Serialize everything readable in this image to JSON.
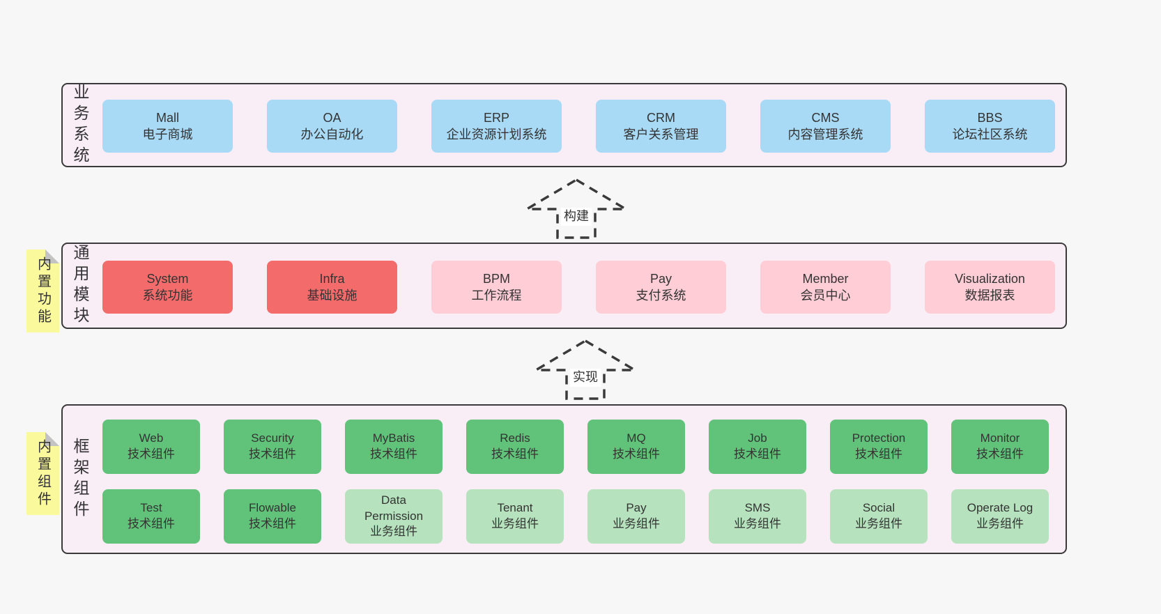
{
  "colors": {
    "page_background": "#f7f7f7",
    "section_background": "#f9edf6",
    "section_border": "#3a3a3a",
    "box_blue": "#a9daf5",
    "box_red": "#f46b6b",
    "box_pink": "#fecdd6",
    "box_green_dark": "#61c379",
    "box_green_light": "#b6e3bd",
    "note_yellow": "#fafa9d",
    "note_fold_gray": "#c3c3c3",
    "text": "#333333"
  },
  "arrows": [
    {
      "label": "构建"
    },
    {
      "label": "实现"
    }
  ],
  "sections": [
    {
      "label": "业务系统",
      "boxes": [
        {
          "title": "Mall",
          "subtitle": "电子商城",
          "type": "blue"
        },
        {
          "title": "OA",
          "subtitle": "办公自动化",
          "type": "blue"
        },
        {
          "title": "ERP",
          "subtitle": "企业资源计划系统",
          "type": "blue"
        },
        {
          "title": "CRM",
          "subtitle": "客户关系管理",
          "type": "blue"
        },
        {
          "title": "CMS",
          "subtitle": "内容管理系统",
          "type": "blue"
        },
        {
          "title": "BBS",
          "subtitle": "论坛社区系统",
          "type": "blue"
        }
      ]
    },
    {
      "label": "通用模块",
      "note": "内置功能",
      "boxes": [
        {
          "title": "System",
          "subtitle": "系统功能",
          "type": "red"
        },
        {
          "title": "Infra",
          "subtitle": "基础设施",
          "type": "red"
        },
        {
          "title": "BPM",
          "subtitle": "工作流程",
          "type": "pink"
        },
        {
          "title": "Pay",
          "subtitle": "支付系统",
          "type": "pink"
        },
        {
          "title": "Member",
          "subtitle": "会员中心",
          "type": "pink"
        },
        {
          "title": "Visualization",
          "subtitle": "数据报表",
          "type": "pink"
        }
      ]
    },
    {
      "label": "框架组件",
      "note": "内置组件",
      "rows": [
        [
          {
            "title": "Web",
            "subtitle": "技术组件",
            "type": "green-dark"
          },
          {
            "title": "Security",
            "subtitle": "技术组件",
            "type": "green-dark"
          },
          {
            "title": "MyBatis",
            "subtitle": "技术组件",
            "type": "green-dark"
          },
          {
            "title": "Redis",
            "subtitle": "技术组件",
            "type": "green-dark"
          },
          {
            "title": "MQ",
            "subtitle": "技术组件",
            "type": "green-dark"
          },
          {
            "title": "Job",
            "subtitle": "技术组件",
            "type": "green-dark"
          },
          {
            "title": "Protection",
            "subtitle": "技术组件",
            "type": "green-dark"
          },
          {
            "title": "Monitor",
            "subtitle": "技术组件",
            "type": "green-dark"
          }
        ],
        [
          {
            "title": "Test",
            "subtitle": "技术组件",
            "type": "green-dark"
          },
          {
            "title": "Flowable",
            "subtitle": "技术组件",
            "type": "green-dark"
          },
          {
            "title": "Data Permission",
            "subtitle": "业务组件",
            "type": "green-light"
          },
          {
            "title": "Tenant",
            "subtitle": "业务组件",
            "type": "green-light"
          },
          {
            "title": "Pay",
            "subtitle": "业务组件",
            "type": "green-light"
          },
          {
            "title": "SMS",
            "subtitle": "业务组件",
            "type": "green-light"
          },
          {
            "title": "Social",
            "subtitle": "业务组件",
            "type": "green-light"
          },
          {
            "title": "Operate Log",
            "subtitle": "业务组件",
            "type": "green-light"
          }
        ]
      ]
    }
  ]
}
